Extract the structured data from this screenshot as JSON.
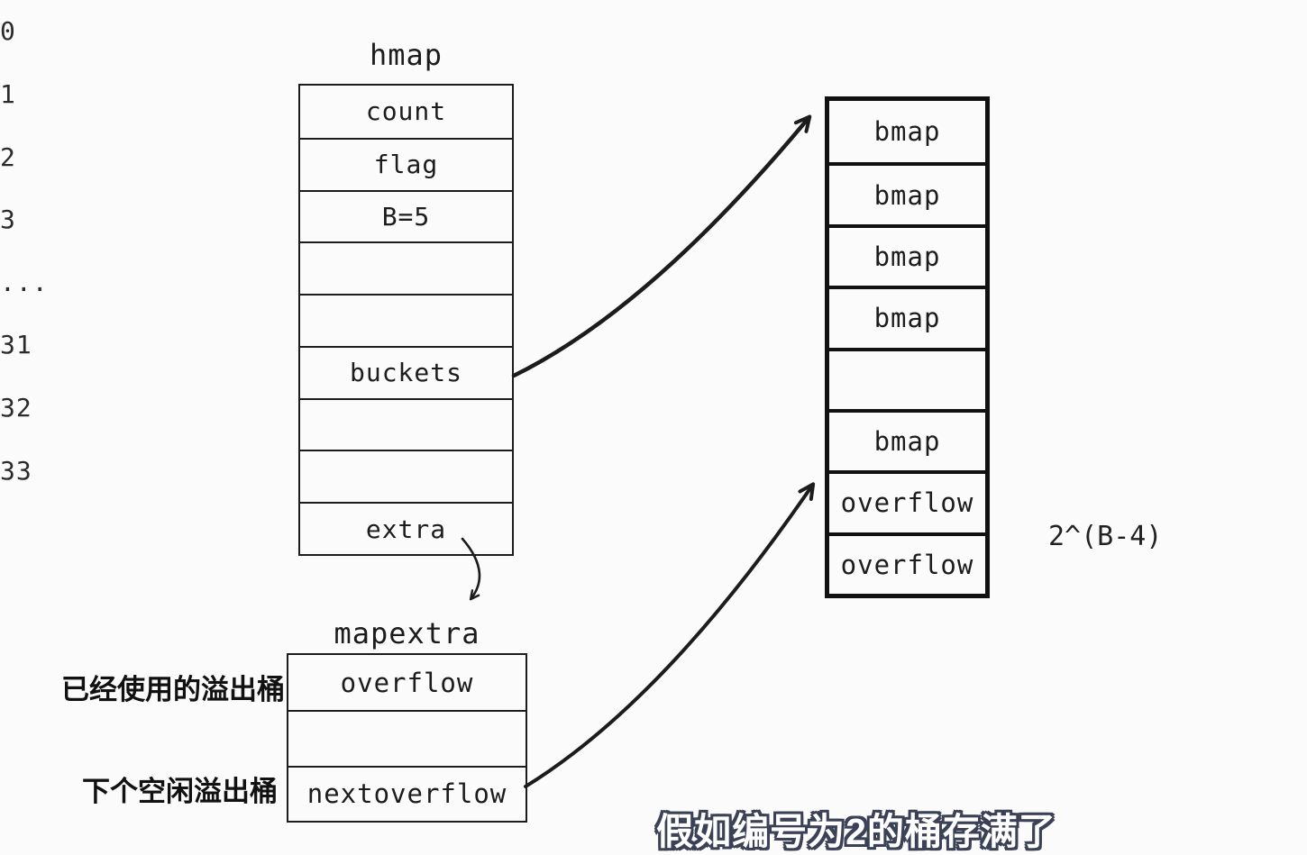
{
  "page": {
    "background": "#fbfbfb",
    "ink_color": "#1c1c1c",
    "caption_outline_color": "#3b4156"
  },
  "hmap": {
    "title": "hmap",
    "rows": [
      "count",
      "flag",
      "B=5",
      "",
      "",
      "buckets",
      "",
      "",
      "extra"
    ]
  },
  "buckets_array": {
    "rows": [
      {
        "label": "bmap",
        "index": "0"
      },
      {
        "label": "bmap",
        "index": "1"
      },
      {
        "label": "bmap",
        "index": "2"
      },
      {
        "label": "bmap",
        "index": "3"
      },
      {
        "label": "",
        "index": "..."
      },
      {
        "label": "bmap",
        "index": "31"
      },
      {
        "label": "overflow",
        "index": "32"
      },
      {
        "label": "overflow",
        "index": "33"
      }
    ],
    "size_label": "2^(B-4)"
  },
  "mapextra": {
    "title": "mapextra",
    "rows": [
      "overflow",
      "",
      "nextoverflow"
    ],
    "overflow_annotation": "已经使用的溢出桶",
    "nextoverflow_annotation": "下个空闲溢出桶"
  },
  "caption": "假如编号为2的桶存满了"
}
